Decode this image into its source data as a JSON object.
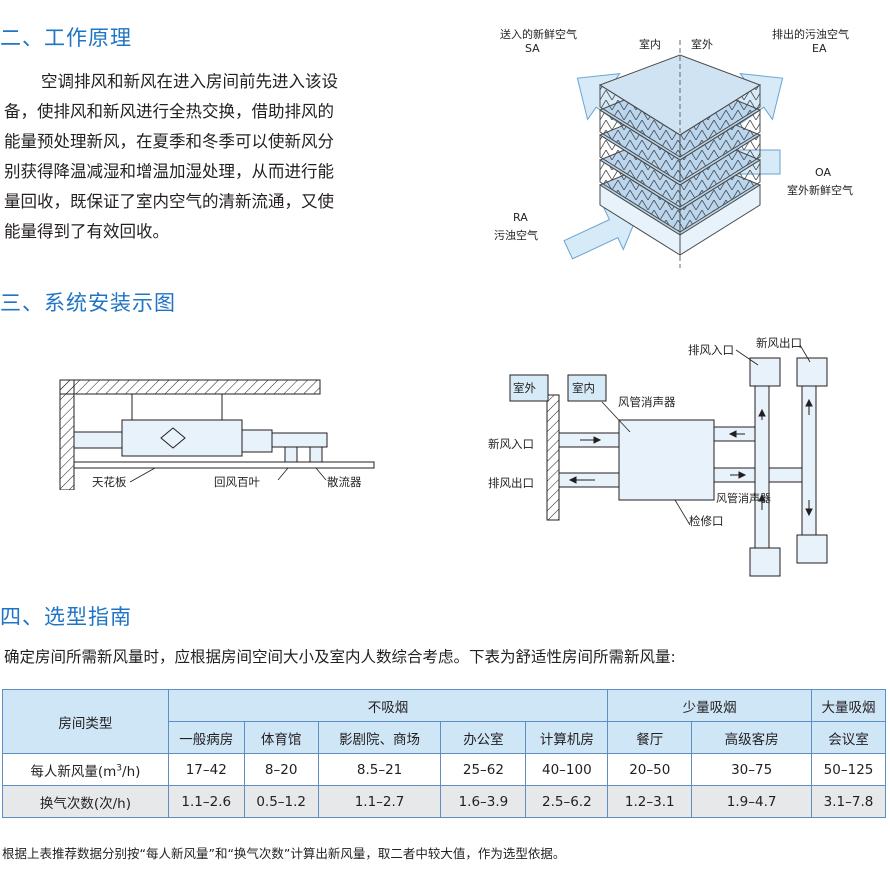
{
  "section2": {
    "title": "二、工作原理",
    "lines": [
      "空调排风和新风在进入房间前先进入该设",
      "备，使排风和新风进行全热交换，借助排风的",
      "能量预处理新风，在夏季和冬季可以使新风分",
      "别获得降温减湿和增温加湿处理，从而进行能",
      "量回收，既保证了室内空气的清新流通，又使",
      "能量得到了有效回收。"
    ]
  },
  "diagram1": {
    "sa_cn": "送入的新鲜空气",
    "sa_en": "SA",
    "indoor": "室内",
    "outdoor": "室外",
    "ea_cn": "排出的污浊空气",
    "ea_en": "EA",
    "oa_en": "OA",
    "oa_cn": "室外新鲜空气",
    "ra_en": "RA",
    "ra_cn": "污浊空气"
  },
  "section3": {
    "title": "三、系统安装示图",
    "left": {
      "ceiling": "天花板",
      "return_grille": "回风百叶",
      "diffuser": "散流器"
    },
    "right": {
      "outdoor": "室外",
      "indoor": "室内",
      "muffler_top": "风管消声器",
      "exhaust_inlet": "排风入口",
      "fresh_outlet": "新风出口",
      "fresh_inlet": "新风入口",
      "exhaust_outlet": "排风出口",
      "muffler_bottom": "风管消声器",
      "access_port": "检修口"
    }
  },
  "section4": {
    "title": "四、选型指南",
    "intro": "确定房间所需新风量时，应根据房间空间大小及室内人数综合考虑。下表为舒适性房间所需新风量:",
    "table": {
      "row_header": "房间类型",
      "groups": [
        "不吸烟",
        "少量吸烟",
        "大量吸烟"
      ],
      "room_types": [
        "一般病房",
        "体育馆",
        "影剧院、商场",
        "办公室",
        "计算机房",
        "餐厅",
        "高级客房",
        "会议室"
      ],
      "row1_label_pre": "每人新风量(m",
      "row1_label_sup": "3",
      "row1_label_post": "/h)",
      "row1": [
        "17–42",
        "8–20",
        "8.5–21",
        "25–62",
        "40–100",
        "20–50",
        "30–75",
        "50–125"
      ],
      "row2_label": "换气次数(次/h)",
      "row2": [
        "1.1–2.6",
        "0.5–1.2",
        "1.1–2.7",
        "1.6–3.9",
        "2.5–6.2",
        "1.2–3.1",
        "1.9–4.7",
        "3.1–7.8"
      ]
    },
    "note": "根据上表推荐数据分别按“每人新风量”和“换气次数”计算出新风量，取二者中较大值，作为选型依据。"
  },
  "colors": {
    "heading": "#1f74c4",
    "arrow": "#d6eaf8",
    "arrow_stroke": "#6aa3d3",
    "table_border": "#5d8fc2",
    "header_bg": "#cfe6f7",
    "alt_row_bg": "#e7e8e9"
  }
}
